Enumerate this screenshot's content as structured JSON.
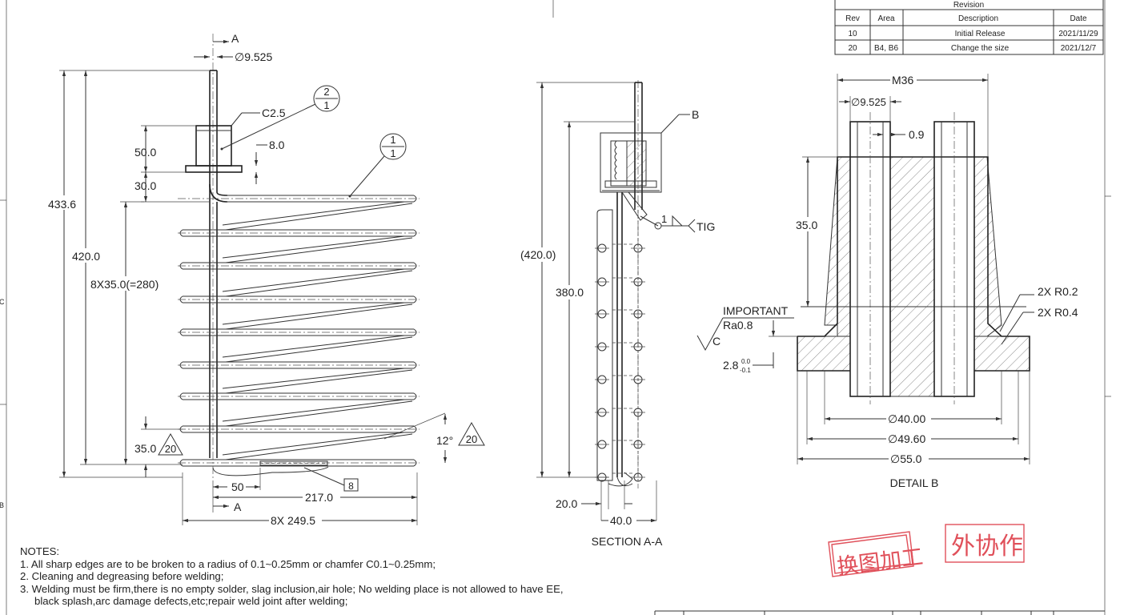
{
  "revision": {
    "title": "Revision",
    "headers": [
      "Rev",
      "Area",
      "Description",
      "Date"
    ],
    "rows": [
      [
        "10",
        "",
        "Initial Release",
        "2021/11/29"
      ],
      [
        "20",
        "B4, B6",
        "Change the size",
        "2021/12/7"
      ]
    ]
  },
  "main_view": {
    "section_mark": "A",
    "pipe_dia": "∅9.525",
    "chamfer": "C2.5",
    "balloon_part": "2",
    "balloon_qty": "1",
    "balloon2_part": "1",
    "balloon2_qty": "1",
    "dim_50": "50.0",
    "dim_8": "8.0",
    "dim_30": "30.0",
    "dim_433": "433.6",
    "dim_420": "420.0",
    "dim_pitch": "8X35.0(=280)",
    "dim_35": "35.0",
    "flag_20a": "20",
    "angle": "12°",
    "flag_20b": "20",
    "flag_8": "8",
    "dim_50b": "50",
    "dim_217": "217.0",
    "dim_249": "8X 249.5"
  },
  "section_view": {
    "label_b": "B",
    "weld_num": "1",
    "weld_type": "TIG",
    "dim_420p": "(420.0)",
    "dim_380": "380.0",
    "dim_20": "20.0",
    "dim_40": "40.0",
    "caption": "SECTION A-A"
  },
  "detail_view": {
    "m36": "M36",
    "dia_9525": "∅9.525",
    "dim_09": "0.9",
    "dim_35": "35.0",
    "important": "IMPORTANT",
    "ra": "Ra0.8",
    "c": "C",
    "dim_28": "2.8",
    "tol_up": "0.0",
    "tol_low": "-0.1",
    "r02": "2X R0.2",
    "r04": "2X R0.4",
    "d40": "∅40.00",
    "d496": "∅49.60",
    "d55": "∅55.0",
    "caption": "DETAIL B"
  },
  "margin": {
    "c": "C",
    "b": "B"
  },
  "stamps": {
    "first": "换图加工",
    "second": "外协作"
  },
  "notes": {
    "title": "NOTES:",
    "items": [
      "1. All sharp edges are to be broken to a radius of 0.1~0.25mm or chamfer C0.1~0.25mm;",
      "2. Cleaning and degreasing before welding;",
      "3. Welding must be firm,there is no empty solder, slag inclusion,air hole; No welding place is not allowed to have EE,",
      "black splash,arc damage defects,etc;repair weld joint after welding;"
    ]
  }
}
